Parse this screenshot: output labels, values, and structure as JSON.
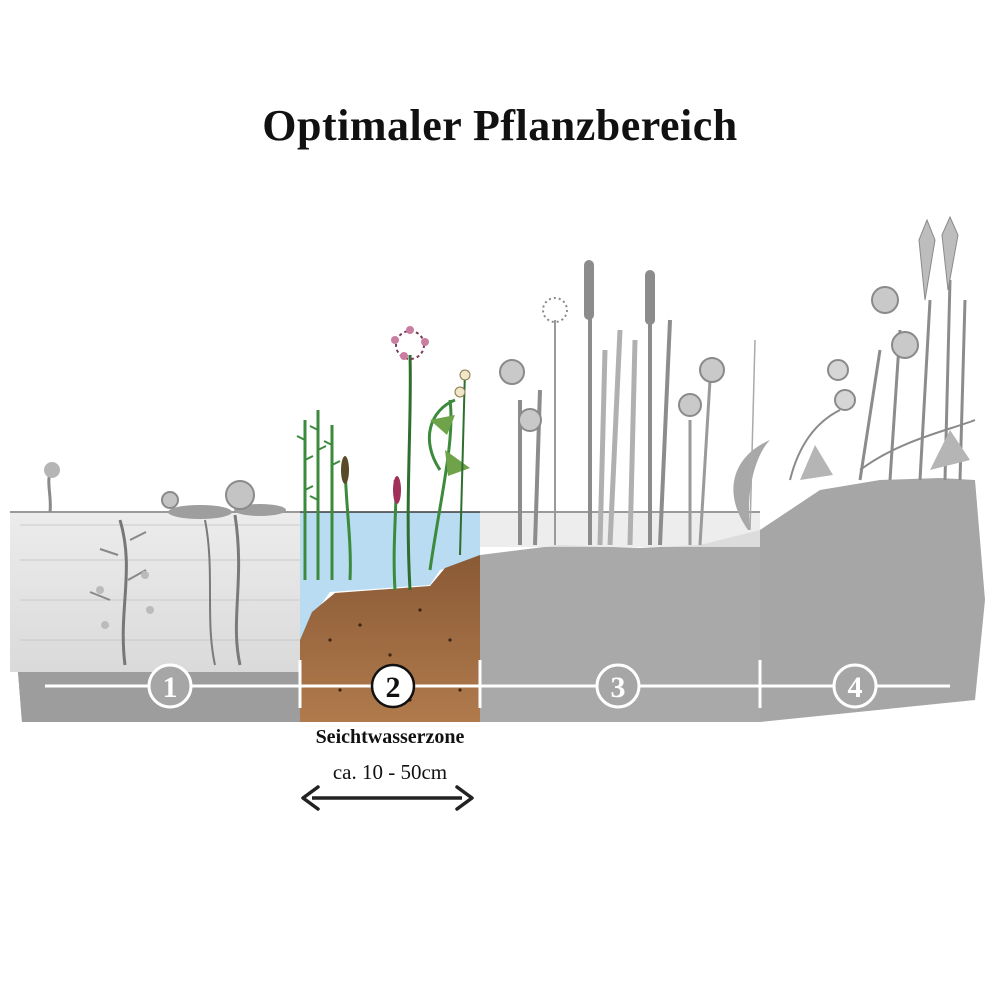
{
  "title": "Optimaler Pflanzbereich",
  "zones": [
    {
      "number": "1",
      "active": false
    },
    {
      "number": "2",
      "active": true
    },
    {
      "number": "3",
      "active": false
    },
    {
      "number": "4",
      "active": false
    }
  ],
  "highlight": {
    "name": "Seichtwasserzone",
    "depth": "ca. 10 - 50cm"
  },
  "colors": {
    "soil_active": "#9a6b45",
    "water_active": "#b9dcf2",
    "plant_active": "#3c8a3c",
    "grey_fill": "#a9a9a9",
    "grey_dark": "#8c8c8c"
  }
}
